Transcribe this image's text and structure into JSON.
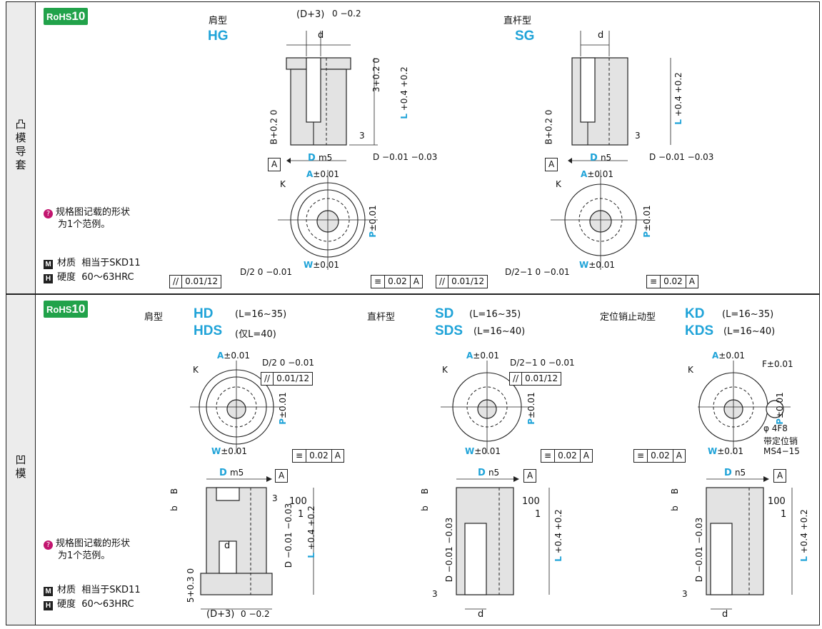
{
  "sections": [
    {
      "side_label": "凸模导套",
      "rohs": {
        "text": "RoHS",
        "num": "10"
      },
      "note": {
        "line1": "规格图记载的形状",
        "line2": "为1个范例。"
      },
      "material": {
        "label": "材质",
        "value": "相当于SKD11"
      },
      "hardness": {
        "label": "硬度",
        "value": "60～63HRC"
      },
      "types": [
        {
          "name": "肩型",
          "code": "HG"
        },
        {
          "name": "直杆型",
          "code": "SG"
        }
      ]
    },
    {
      "side_label": "凹模",
      "rohs": {
        "text": "RoHS",
        "num": "10"
      },
      "note": {
        "line1": "规格图记载的形状",
        "line2": "为1个范例。"
      },
      "material": {
        "label": "材质",
        "value": "相当于SKD11"
      },
      "hardness": {
        "label": "硬度",
        "value": "60～63HRC"
      },
      "types": [
        {
          "name": "肩型",
          "code": "HD",
          "range": "(L=16~35)",
          "code2": "HDS",
          "range2": "(仅L=40)"
        },
        {
          "name": "直杆型",
          "code": "SD",
          "range": "(L=16~35)",
          "code2": "SDS",
          "range2": "(L=16~40)"
        },
        {
          "name": "定位销止动型",
          "code": "KD",
          "range": "(L=16~35)",
          "code2": "KDS",
          "range2": "(L=16~40)"
        }
      ]
    }
  ],
  "dims": {
    "d": "d",
    "A": "A",
    "K": "K",
    "B": "B",
    "b": "b",
    "three": "3",
    "pm001": "±0.01",
    "P": "P",
    "W": "W",
    "D": "D",
    "L": "L",
    "m5": "m5",
    "n5": "n5",
    "B_tol": "B+0.2 0",
    "L_tol": "+0.4 +0.2",
    "h_tol": "3+0.2 0",
    "D3": "(D+3)",
    "D3_tol": "0 −0.2",
    "Dtol": "D −0.01 −0.03",
    "D2": "D/2",
    "D2m1": "D/2−1",
    "D2_tol": "0 −0.01",
    "par": "0.01/12",
    "sym_val": "0.02",
    "datum": "A",
    "F": "F±0.01",
    "phi": "φ 4F8",
    "pin_line1": "带定位销",
    "pin_line2": "MS4−15",
    "taper1": "100",
    "taper2": "1",
    "five_tol": "5+0.3 0"
  },
  "colors": {
    "accent": "#1fa3d8",
    "rohs": "#21a24a",
    "border": "#222222",
    "fill": "#e3e3e3"
  }
}
